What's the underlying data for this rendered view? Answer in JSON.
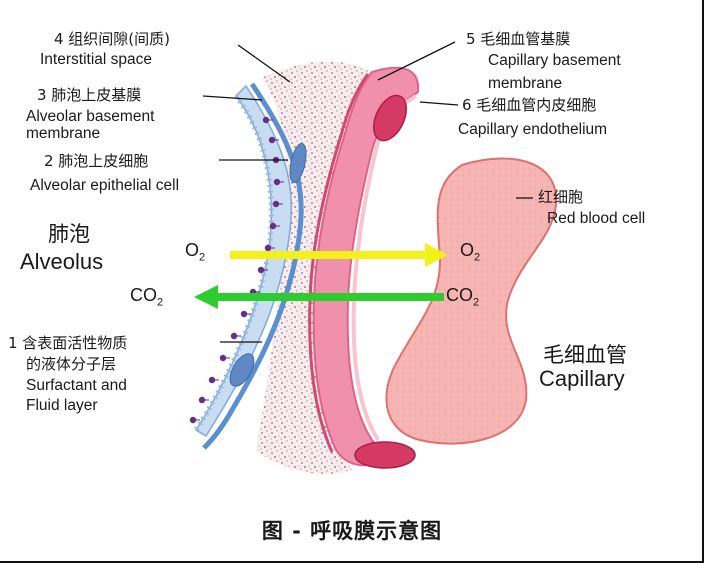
{
  "labels": {
    "interstitial": {
      "cn": "4 组织间隙(间质)",
      "en": "Interstitial space"
    },
    "capillary_basement": {
      "cn": "5 毛细血管基膜",
      "en1": "Capillary basement",
      "en2": "membrane"
    },
    "alveolar_basement": {
      "cn": "3 肺泡上皮基膜",
      "en1": "Alveolar basement",
      "en2": "membrane"
    },
    "capillary_endothelium": {
      "cn": "6 毛细血管内皮细胞",
      "en": "Capillary endothelium"
    },
    "alveolar_epithelial": {
      "cn": "2  肺泡上皮细胞",
      "en": "Alveolar epithelial cell"
    },
    "red_blood_cell": {
      "cn": "红细胞",
      "en": "Red blood cell"
    },
    "alveolus": {
      "cn": "肺泡",
      "en": "Alveolus"
    },
    "surfactant": {
      "cn1": "1  含表面活性物质",
      "cn2": "的液体分子层",
      "en1": "Surfactant and",
      "en2": "Fluid layer"
    },
    "capillary": {
      "cn": "毛细血管",
      "en": "Capillary"
    }
  },
  "gases": {
    "o2_left": {
      "base": "O",
      "sub": "2"
    },
    "o2_right": {
      "base": "O",
      "sub": "2"
    },
    "co2_left": {
      "base": "CO",
      "sub": "2"
    },
    "co2_right": {
      "base": "CO",
      "sub": "2"
    }
  },
  "caption": "图 - 呼吸膜示意图",
  "colors": {
    "o2_arrow": "#f2f21a",
    "co2_arrow": "#2fcc2f",
    "alveolar_layer": "#c8dcf2",
    "capillary_wall": "#f080a0",
    "red_blood_cell": "#f4b0b0",
    "label_lines": "#111111"
  }
}
